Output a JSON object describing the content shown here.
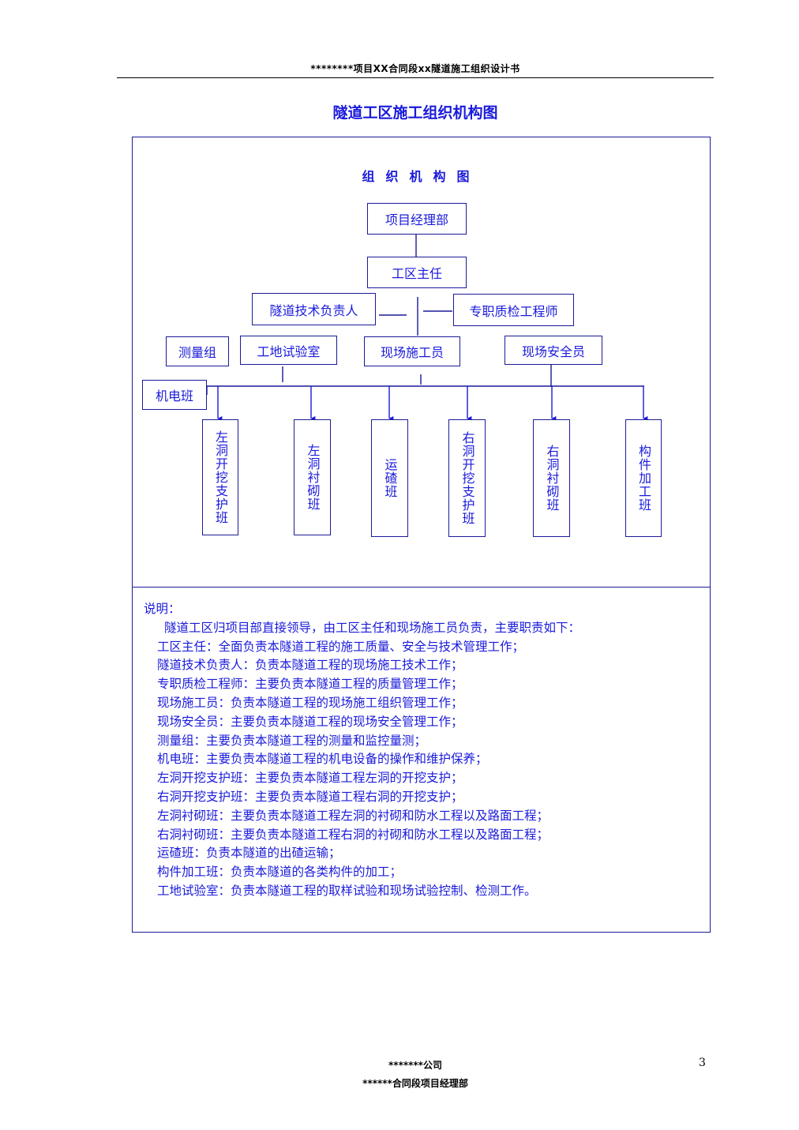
{
  "header": {
    "text": "********项目XX合同段xx隧道施工组织设计书"
  },
  "title": "隧道工区施工组织机构图",
  "chart": {
    "title": "组织机构图",
    "project_dept": "项目经理部",
    "area_director": "工区主任",
    "tech_lead": "隧道技术负责人",
    "quality_engineer": "专职质检工程师",
    "survey_team": "测量组",
    "site_lab": "工地试验室",
    "site_constructor": "现场施工员",
    "site_safety": "现场安全员",
    "electromech": "机电班",
    "teams": [
      "左洞开挖支护班",
      "左洞衬砌班",
      "运碴班",
      "右洞开挖支护班",
      "右洞衬砌班",
      "构件加工班"
    ]
  },
  "notes": {
    "heading": "说明：",
    "intro": "隧道工区归项目部直接领导，由工区主任和现场施工员负责，主要职责如下：",
    "lines": [
      "工区主任：全面负责本隧道工程的施工质量、安全与技术管理工作；",
      "隧道技术负责人：负责本隧道工程的现场施工技术工作；",
      "专职质检工程师：主要负责本隧道工程的质量管理工作；",
      "现场施工员：负责本隧道工程的现场施工组织管理工作；",
      "现场安全员：主要负责本隧道工程的现场安全管理工作；",
      "测量组：主要负责本隧道工程的测量和监控量测；",
      "机电班：主要负责本隧道工程的机电设备的操作和维护保养；",
      "左洞开挖支护班：主要负责本隧道工程左洞的开挖支护；",
      "右洞开挖支护班：主要负责本隧道工程右洞的开挖支护；",
      "左洞衬砌班：主要负责本隧道工程左洞的衬砌和防水工程以及路面工程；",
      "右洞衬砌班：主要负责本隧道工程右洞的衬砌和防水工程以及路面工程；",
      "运碴班：负责本隧道的出碴运输；",
      "构件加工班：负责本隧道的各类构件的加工；",
      "工地试验室：负责本隧道工程的取样试验和现场试验控制、检测工作。"
    ]
  },
  "footer": {
    "company": "*******公司",
    "dept": "******合同段项目经理部",
    "page": "3"
  }
}
